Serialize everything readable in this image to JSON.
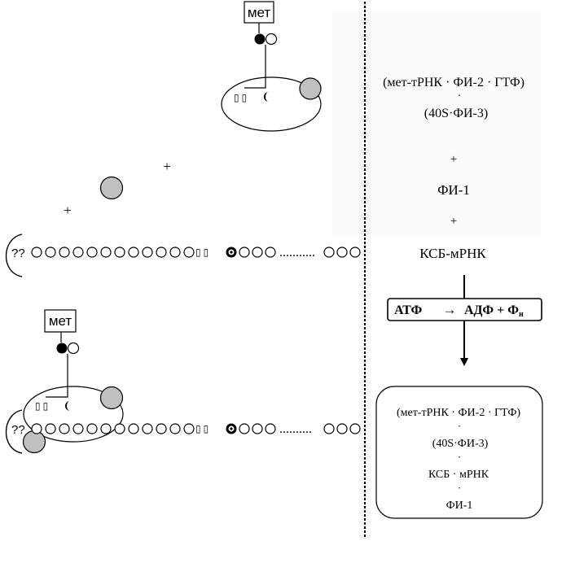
{
  "left_panel": {
    "top_complex": {
      "met_label": "мет",
      "subunit_glyphs": "▯ ▯"
    },
    "plus_1": "+",
    "plus_2": "+",
    "mrna_strand": {
      "cap_label": "??",
      "start_gap_glyphs": "▯ ▯",
      "dots": "..........."
    },
    "bottom_complex": {
      "met_label": "мет",
      "subunit_glyphs": "▯ ▯",
      "cap_label": "??",
      "start_gap_glyphs": "▯ ▯",
      "dots": ".........."
    }
  },
  "right_panel": {
    "reactant_1": "(мет-тРНК · ФИ-2 · ГТФ)",
    "dot_sep": "·",
    "reactant_2": "(40S·ФИ-3)",
    "plus_a": "+",
    "reactant_3": "ФИ-1",
    "plus_b": "+",
    "reactant_4": "КСБ-мРНК",
    "energy_box": {
      "atp": "АТФ",
      "arrow": "→",
      "products": "АДФ + Ф",
      "subscript": "н"
    },
    "product_box": {
      "line_1": "(мет-тРНК · ФИ-2 · ГТФ)",
      "sep_1": "·",
      "line_2": "(40S·ФИ-3)",
      "sep_2": "·",
      "line_3": "КСБ · мРНК",
      "sep_3": "·",
      "line_4": "ФИ-1"
    }
  },
  "colors": {
    "ink": "#000000",
    "factor_fill": "#c0c0c0",
    "right_bg": "#fbfbfb",
    "background": "#ffffff"
  }
}
